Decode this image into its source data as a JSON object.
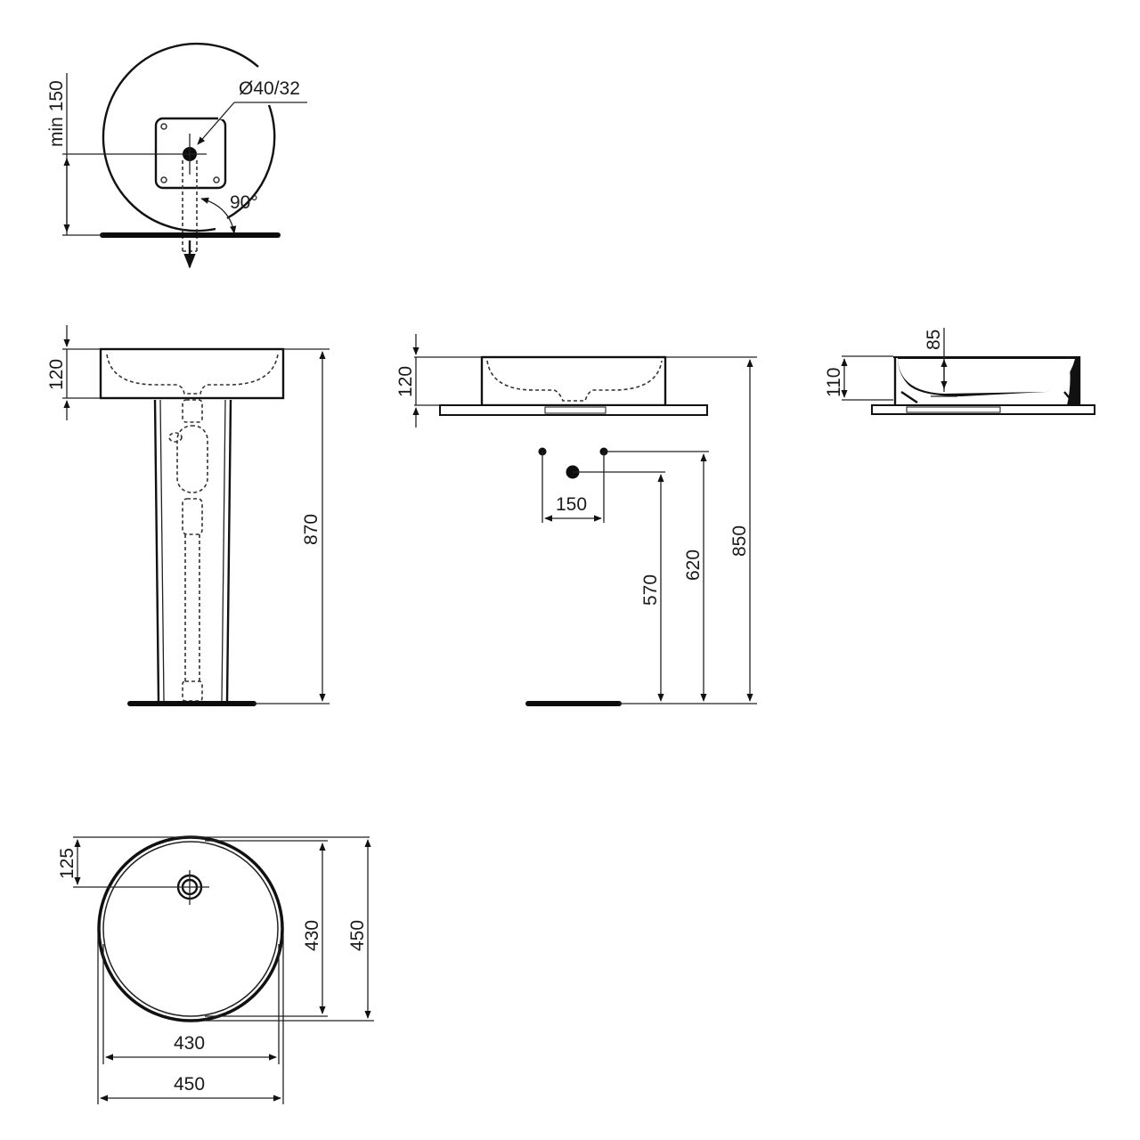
{
  "drawing": {
    "background": "#ffffff",
    "line_color": "#111111",
    "unit": "mm"
  },
  "views": {
    "detail_view": {
      "min_clearance_label": "min 150",
      "waste_diameter_label": "Ø40/32",
      "angle_label": "90°"
    },
    "front_pedestal_view": {
      "basin_height_label": "120",
      "total_height_label": "870"
    },
    "front_worktop_view": {
      "basin_height_label": "120",
      "tap_spacing_label": "150",
      "waste_height_label": "570",
      "supply_height_label": "620",
      "rim_height_label": "850"
    },
    "side_section_view": {
      "bowl_depth_label": "85",
      "basin_height_label": "110"
    },
    "plan_view": {
      "tap_hole_offset_label": "125",
      "inner_depth_label": "430",
      "outer_depth_label": "450",
      "inner_width_label": "430",
      "outer_width_label": "450"
    }
  }
}
